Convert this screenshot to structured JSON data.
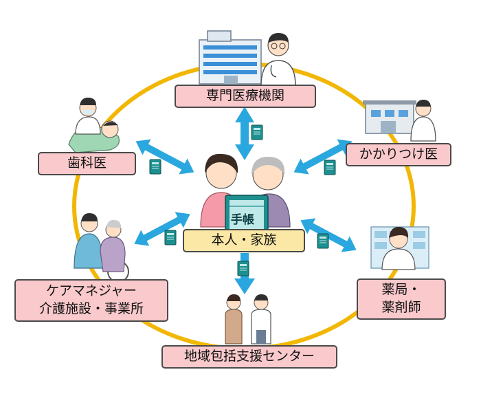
{
  "diagram": {
    "center": {
      "notebook_label": "手帳",
      "label": "本人・家族"
    },
    "nodes": {
      "specialist_hospital": "専門医療機関",
      "family_doctor": "かかりつけ医",
      "dentist": "歯科医",
      "pharmacy": {
        "line1": "薬局・",
        "line2": "薬剤師"
      },
      "care_manager": {
        "line1": "ケアマネジャー",
        "line2": "介護施設・事業所"
      },
      "community_center": "地域包括支援センター"
    },
    "colors": {
      "circle": "#f2b705",
      "arrow": "#2aa7de",
      "box_fill": "#f9c9cc",
      "center_fill": "#fbe7a6",
      "notebook": "#1e8f8f"
    },
    "icons": [
      "hospital-building-icon",
      "doctor-icon",
      "clinic-icon",
      "dentist-icon",
      "pharmacist-icon",
      "caregiver-wheelchair-icon",
      "staff-pair-icon",
      "mother-daughter-icon",
      "notebook-icon"
    ]
  }
}
